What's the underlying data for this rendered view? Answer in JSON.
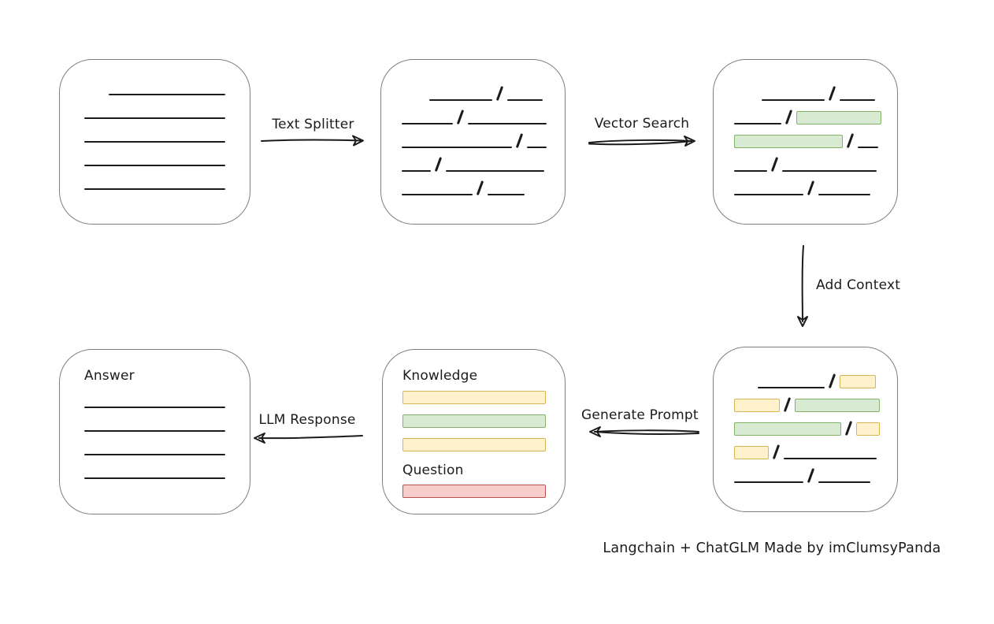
{
  "diagram": {
    "caption": "Langchain + ChatGLM Made by imClumsyPanda",
    "arrows": {
      "text_splitter": {
        "label": "Text Splitter"
      },
      "vector_search": {
        "label": "Vector Search"
      },
      "add_context": {
        "label": "Add Context"
      },
      "generate_prompt": {
        "label": "Generate Prompt"
      },
      "llm_response": {
        "label": "LLM Response"
      }
    },
    "colors": {
      "green_fill": "#d9ead3",
      "green_border": "#82b366",
      "yellow_fill": "#fff2cc",
      "yellow_border": "#d6b656",
      "red_fill": "#f8cecc",
      "red_border": "#b85450",
      "box_border": "#7e7e7e",
      "ink": "#1b1b1b",
      "background": "#ffffff"
    },
    "boxes": {
      "document": {
        "lines": [
          [
            {
              "t": "line",
              "w": 148,
              "ml": 31
            }
          ],
          [
            {
              "t": "line",
              "w": 179
            }
          ],
          [
            {
              "t": "line",
              "w": 179
            }
          ],
          [
            {
              "t": "line",
              "w": 179
            }
          ],
          [
            {
              "t": "line",
              "w": 179
            }
          ]
        ]
      },
      "split_text": {
        "rows": [
          [
            {
              "t": "line",
              "w": 80,
              "ml": 35
            },
            {
              "t": "slash"
            },
            {
              "t": "line",
              "w": 45
            }
          ],
          [
            {
              "t": "line",
              "w": 65
            },
            {
              "t": "slash"
            },
            {
              "t": "line",
              "w": 100
            }
          ],
          [
            {
              "t": "line",
              "w": 140
            },
            {
              "t": "slash"
            },
            {
              "t": "line",
              "w": 25
            }
          ],
          [
            {
              "t": "line",
              "w": 37
            },
            {
              "t": "slash"
            },
            {
              "t": "line",
              "w": 125
            }
          ],
          [
            {
              "t": "line",
              "w": 90
            },
            {
              "t": "slash"
            },
            {
              "t": "line",
              "w": 47
            }
          ]
        ]
      },
      "vector_matched": {
        "rows": [
          [
            {
              "t": "line",
              "w": 80,
              "ml": 35
            },
            {
              "t": "slash"
            },
            {
              "t": "line",
              "w": 45
            }
          ],
          [
            {
              "t": "line",
              "w": 60
            },
            {
              "t": "slash"
            },
            {
              "t": "chunk",
              "c": "green",
              "w": 108
            }
          ],
          [
            {
              "t": "chunk",
              "c": "green",
              "w": 138
            },
            {
              "t": "slash"
            },
            {
              "t": "line",
              "w": 26
            }
          ],
          [
            {
              "t": "line",
              "w": 42
            },
            {
              "t": "slash"
            },
            {
              "t": "line",
              "w": 120
            }
          ],
          [
            {
              "t": "line",
              "w": 88
            },
            {
              "t": "slash"
            },
            {
              "t": "line",
              "w": 66
            }
          ]
        ]
      },
      "context_assembled": {
        "rows": [
          [
            {
              "t": "line",
              "w": 85,
              "ml": 30
            },
            {
              "t": "slash"
            },
            {
              "t": "chunk",
              "c": "yellow",
              "w": 46
            }
          ],
          [
            {
              "t": "chunk",
              "c": "yellow",
              "w": 58
            },
            {
              "t": "slash"
            },
            {
              "t": "chunk",
              "c": "green",
              "w": 108
            }
          ],
          [
            {
              "t": "chunk",
              "c": "green",
              "w": 136
            },
            {
              "t": "slash"
            },
            {
              "t": "chunk",
              "c": "yellow",
              "w": 30
            }
          ],
          [
            {
              "t": "chunk",
              "c": "yellow",
              "w": 44
            },
            {
              "t": "slash"
            },
            {
              "t": "line",
              "w": 118
            }
          ],
          [
            {
              "t": "line",
              "w": 88
            },
            {
              "t": "slash"
            },
            {
              "t": "line",
              "w": 66
            }
          ]
        ]
      },
      "prompt": {
        "knowledge_label": "Knowledge",
        "question_label": "Question",
        "knowledge_rows": [
          [
            {
              "t": "chunk",
              "c": "yellow",
              "w": 182
            }
          ],
          [
            {
              "t": "chunk",
              "c": "green",
              "w": 182
            }
          ],
          [
            {
              "t": "chunk",
              "c": "yellow",
              "w": 182
            }
          ]
        ],
        "question_rows": [
          [
            {
              "t": "chunk",
              "c": "red",
              "w": 182
            }
          ]
        ]
      },
      "answer": {
        "label": "Answer",
        "lines": [
          [
            {
              "t": "line",
              "w": 179
            }
          ],
          [
            {
              "t": "line",
              "w": 179
            }
          ],
          [
            {
              "t": "line",
              "w": 179
            }
          ],
          [
            {
              "t": "line",
              "w": 179
            }
          ]
        ]
      }
    }
  }
}
